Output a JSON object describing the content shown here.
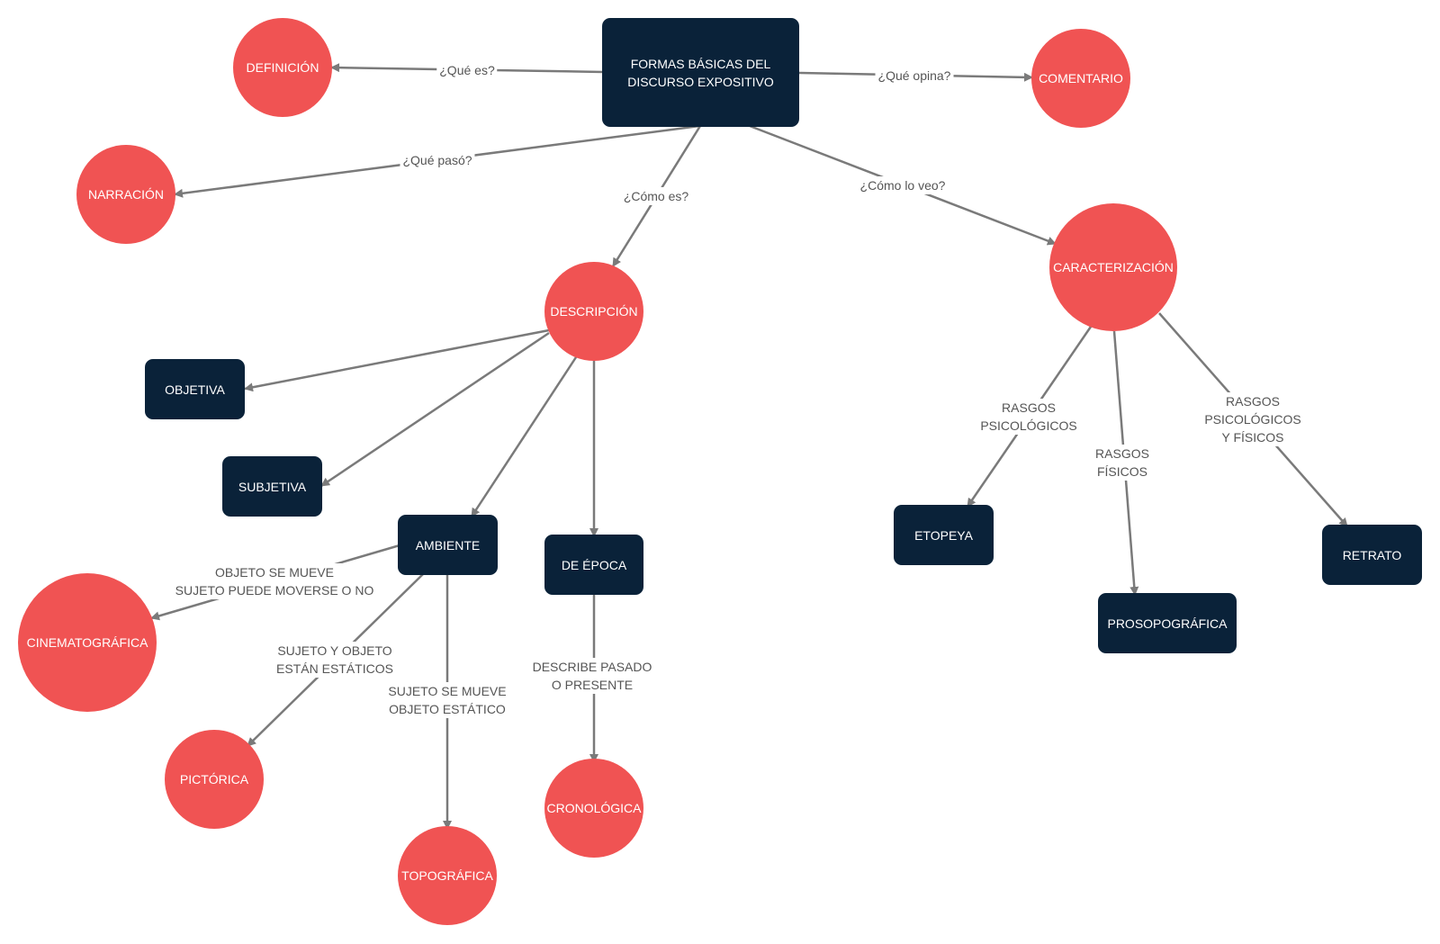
{
  "colors": {
    "circle": "#f05353",
    "box": "#0a2239",
    "edge": "#7a7a7a",
    "label": "#555555"
  },
  "nodes": {
    "formas": "FORMAS BÁSICAS DEL\nDISCURSO EXPOSITIVO",
    "definicion": "DEFINICIÓN",
    "comentario": "COMENTARIO",
    "narracion": "NARRACIÓN",
    "descripcion": "DESCRIPCIÓN",
    "caracterizacion": "CARACTERIZACIÓN",
    "objetiva": "OBJETIVA",
    "subjetiva": "SUBJETIVA",
    "ambiente": "AMBIENTE",
    "de_epoca": "DE ÉPOCA",
    "cinematografica": "CINEMATOGRÁFICA",
    "pictorica": "PICTÓRICA",
    "topografica": "TOPOGRÁFICA",
    "cronologica": "CRONOLÓGICA",
    "etopeya": "ETOPEYA",
    "prosopografica": "PROSOPOGRÁFICA",
    "retrato": "RETRATO"
  },
  "edge_labels": {
    "que_es": "¿Qué es?",
    "que_opina": "¿Qué opina?",
    "que_paso": "¿Qué pasó?",
    "como_es": "¿Cómo es?",
    "como_lo_veo": "¿Cómo lo veo?",
    "objeto_se_mueve": "OBJETO SE MUEVE\nSUJETO PUEDE MOVERSE O NO",
    "sujeto_y_objeto": "SUJETO Y OBJETO\nESTÁN ESTÁTICOS",
    "sujeto_se_mueve": "SUJETO SE MUEVE\nOBJETO ESTÁTICO",
    "describe_pasado": "DESCRIBE PASADO\nO PRESENTE",
    "rasgos_psicologicos": "RASGOS\nPSICOLÓGICOS",
    "rasgos_fisicos": "RASGOS\nFÍSICOS",
    "rasgos_psico_fisicos": "RASGOS\nPSICOLÓGICOS\nY FÍSICOS"
  }
}
